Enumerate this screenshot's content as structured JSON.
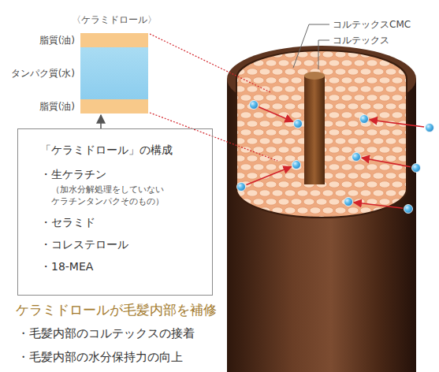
{
  "diagram": {
    "nodes": [
      {
        "text": [
          "〈ケラミドロール〉"
        ]
      },
      {
        "text": [
          "脂質(油)"
        ],
        "in": 0
      },
      {
        "text": [
          "タンパク質(水)"
        ],
        "in": 0
      },
      {
        "text": [
          "脂質(油)"
        ],
        "in": 0
      },
      {
        "text": [
          "「ケラミドロール」の構成",
          "・生ケラチン",
          "（加水分解処理をしていない ケラチンタンパクそのもの）",
          "・セラミド",
          "・コレステロール",
          "・18-MEA"
        ]
      }
    ],
    "edges": [
      {
        "from": 4,
        "to": 0,
        "arrow": "to"
      }
    ],
    "labels": [
      "コルテックスCMC",
      "コルテックス",
      "ケラミドロールが毛髪内部を補修",
      "・毛髪内部のコルテックスの接着",
      "・毛髪内部の水分保持力の向上"
    ]
  }
}
